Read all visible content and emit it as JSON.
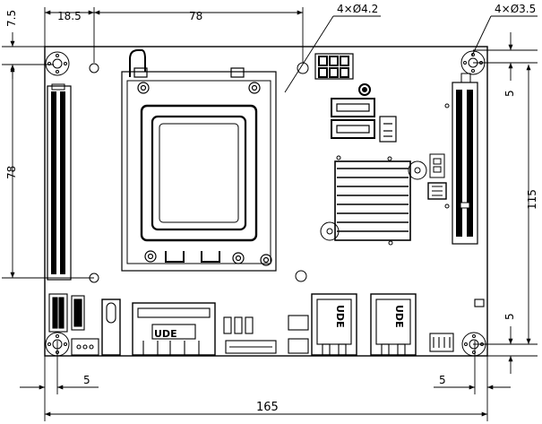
{
  "dimensions": {
    "offset_top": "7.5",
    "offset_left": "18.5",
    "width_top": "78",
    "height_left": "78",
    "board_height": "115",
    "margin_right_top": "5",
    "margin_right_bottom": "5",
    "margin_bottom_left": "5",
    "margin_bottom_right": "5",
    "board_width": "165"
  },
  "callouts": {
    "holes_large": "4×Ø4.2",
    "holes_small": "4×Ø3.5"
  },
  "components": {
    "usb_label_1": "UDE",
    "usb_label_2": "UDE",
    "usb_label_3": "UDE"
  },
  "colors": {
    "line": "#000000",
    "background": "#ffffff"
  }
}
